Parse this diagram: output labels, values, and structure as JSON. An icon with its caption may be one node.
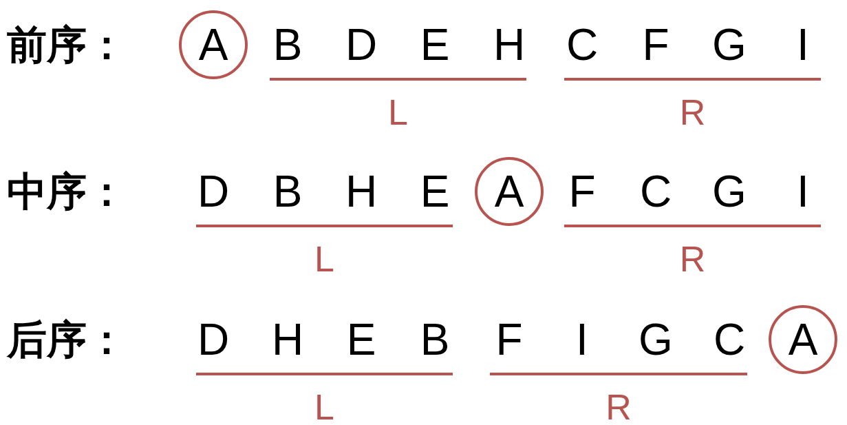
{
  "diagram": {
    "nodes": [
      {
        "text": [
          "A"
        ]
      },
      {
        "text": [
          "A"
        ]
      },
      {
        "text": [
          "A"
        ]
      }
    ],
    "labels": [
      "前序：",
      "B",
      "D",
      "E",
      "H",
      "C",
      "F",
      "G",
      "I",
      "L",
      "R",
      "中序：",
      "D",
      "B",
      "H",
      "E",
      "F",
      "C",
      "G",
      "I",
      "L",
      "R",
      "后序：",
      "D",
      "H",
      "E",
      "B",
      "F",
      "I",
      "G",
      "C",
      "L",
      "R"
    ]
  }
}
